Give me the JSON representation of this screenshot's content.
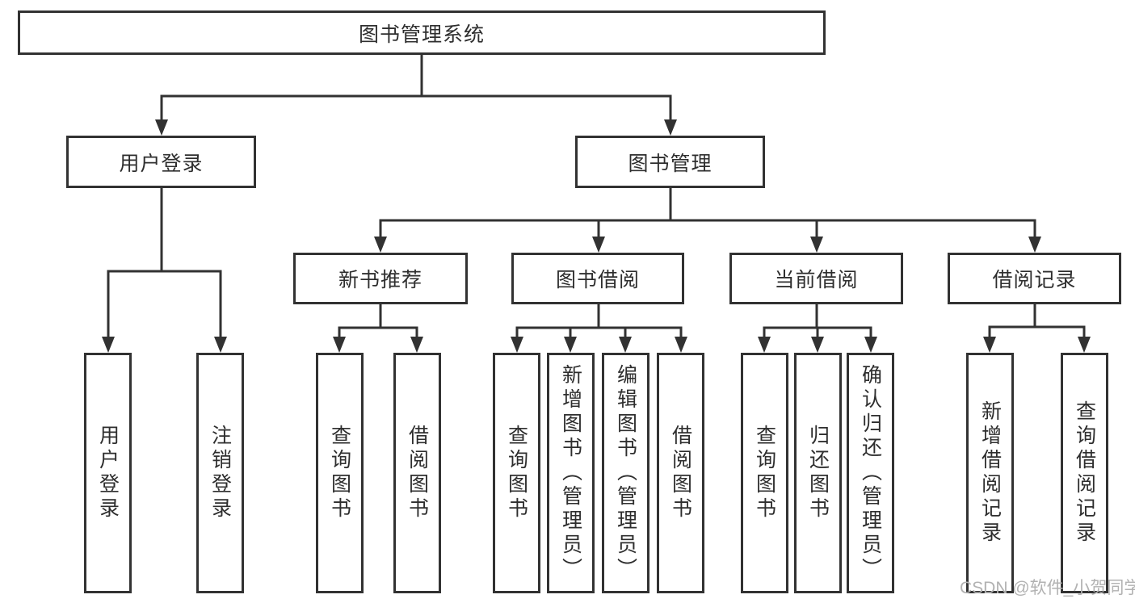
{
  "tree": {
    "root": {
      "label": "图书管理系统"
    },
    "branches": [
      {
        "label": "用户登录",
        "children": [
          {
            "label": "用户登录"
          },
          {
            "label": "注销登录"
          }
        ]
      },
      {
        "label": "图书管理",
        "children": [
          {
            "label": "新书推荐",
            "children": [
              {
                "label": "查询图书"
              },
              {
                "label": "借阅图书"
              }
            ]
          },
          {
            "label": "图书借阅",
            "children": [
              {
                "label": "查询图书"
              },
              {
                "label": "新增图书（管理员）"
              },
              {
                "label": "编辑图书（管理员）"
              },
              {
                "label": "借阅图书"
              }
            ]
          },
          {
            "label": "当前借阅",
            "children": [
              {
                "label": "查询图书"
              },
              {
                "label": "归还图书"
              },
              {
                "label": "确认归还（管理员）"
              }
            ]
          },
          {
            "label": "借阅记录",
            "children": [
              {
                "label": "新增借阅记录"
              },
              {
                "label": "查询借阅记录"
              }
            ]
          }
        ]
      }
    ]
  },
  "watermark": {
    "text": "CSDN @软件_小贺同学"
  },
  "colors": {
    "line": "#323232",
    "border": "#323232",
    "text": "#2e2e2e",
    "background": "#ffffff",
    "watermark": "#b2b2b2"
  }
}
